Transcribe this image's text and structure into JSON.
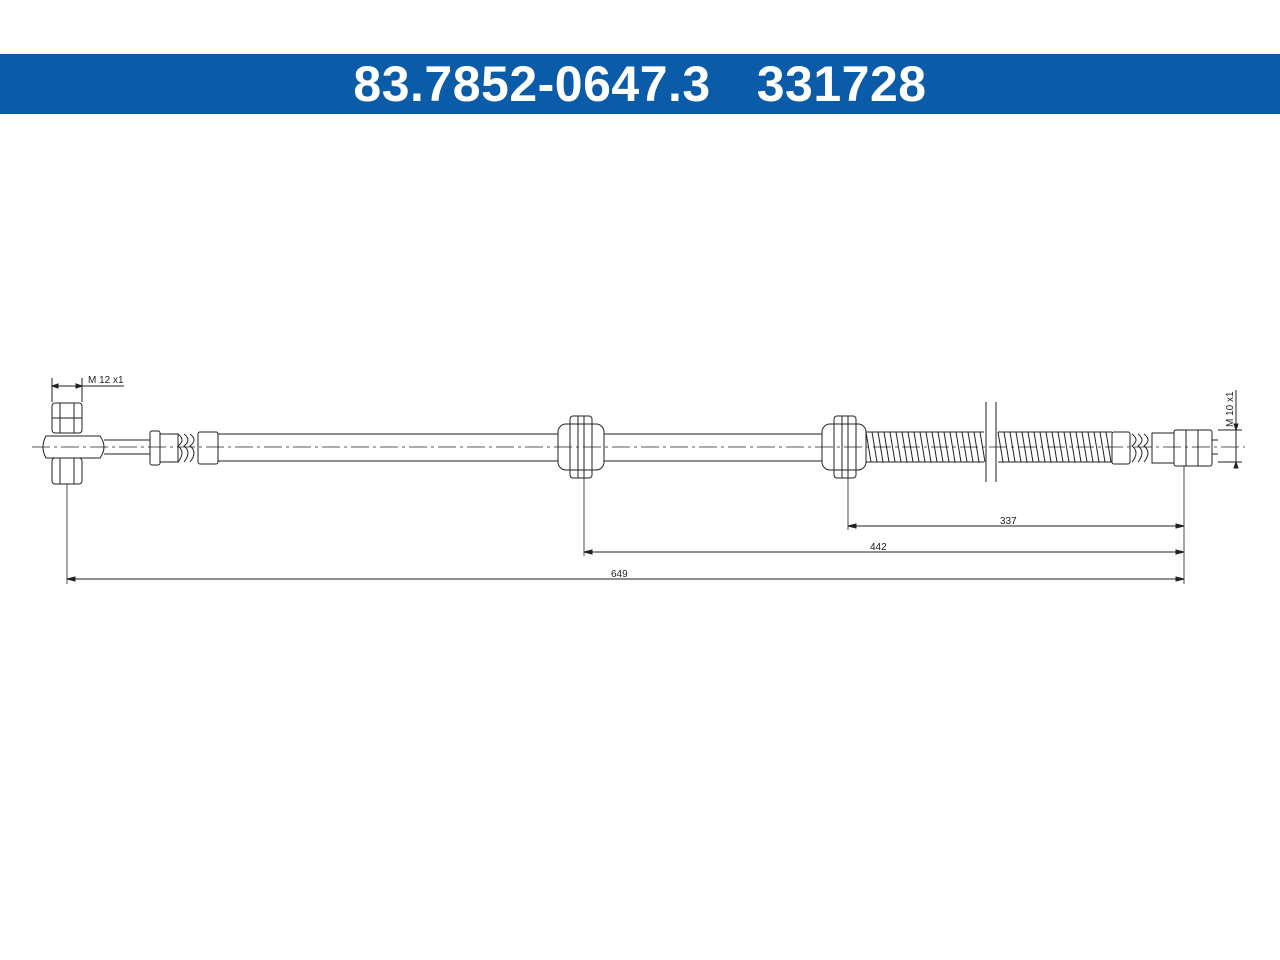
{
  "header": {
    "part_number": "83.7852-0647.3",
    "ref_number": "331728",
    "background": "#0A5BA8",
    "text_color": "#FFFFFF"
  },
  "drawing": {
    "thread_left": "M 12 x1",
    "thread_right": "M 10 x1",
    "dimensions": {
      "d337": "337",
      "d442": "442",
      "d649": "649"
    }
  }
}
